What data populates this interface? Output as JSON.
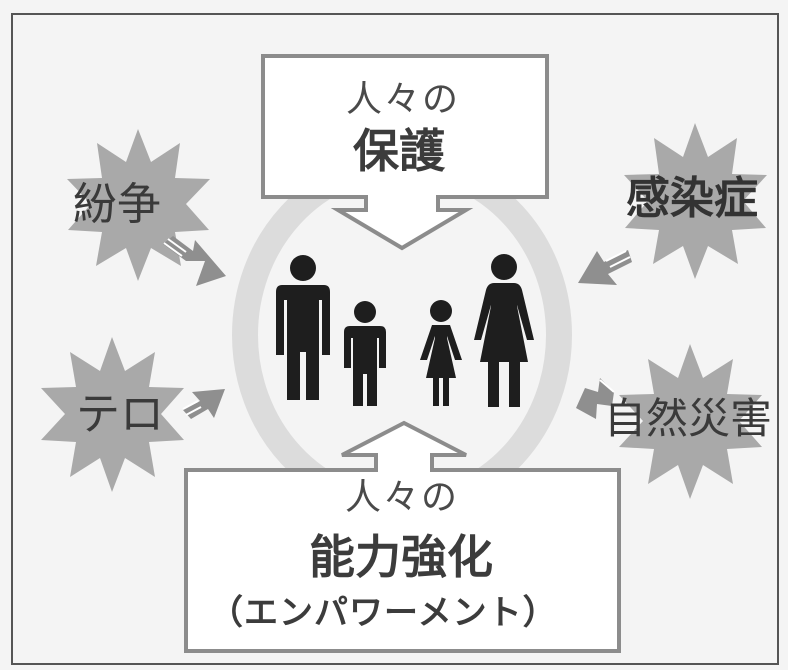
{
  "protection": {
    "line1": "人々の",
    "line2": "保護"
  },
  "empowerment": {
    "line1": "人々の",
    "line2": "能力強化",
    "line3": "（エンパワーメント）"
  },
  "threats": {
    "conflict": "紛争",
    "infectious_disease": "感染症",
    "terrorism": "テロ",
    "natural_disaster": "自然災害"
  },
  "colors": {
    "threat_star": "#a9a9a9",
    "arrow": "#8f8f8f",
    "people": "#1e1e1e",
    "ring": "#dcdcdc",
    "box_border": "#8c8c8c"
  }
}
